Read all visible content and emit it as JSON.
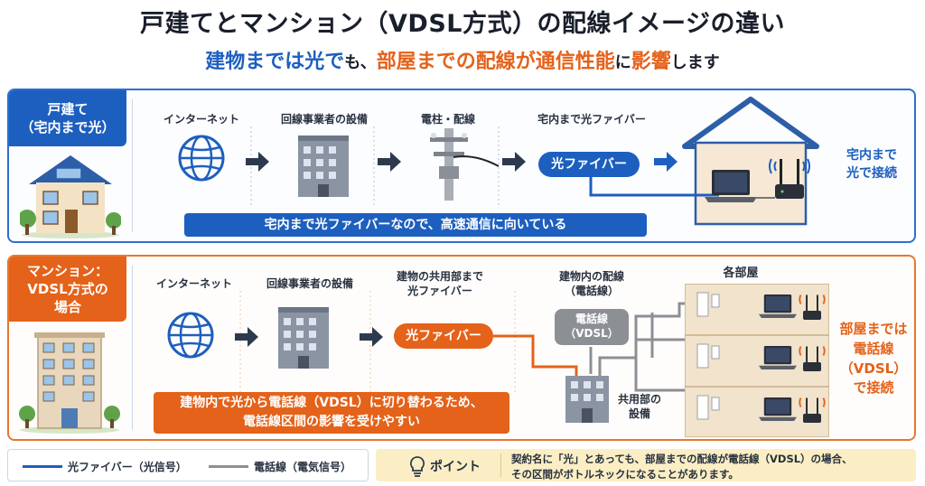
{
  "title": "戸建てとマンション（VDSL方式）の配線イメージの違い",
  "subtitle": {
    "part1": "建物までは光で",
    "part2": "も、",
    "part3": "部屋までの配線が通信性能",
    "part4": "に",
    "part5": "影響",
    "part6": "します"
  },
  "house_panel": {
    "label_line1": "戸建て",
    "label_line2": "（宅内まで光）",
    "step1": "インターネット",
    "step2": "回線事業者の設備",
    "step3": "電柱・配線",
    "step4": "宅内まで光ファイバー",
    "fiber_pill": "光ファイバー",
    "banner": "宅内まで光ファイバーなので、高速通信に向いている",
    "result_line1": "宅内まで",
    "result_line2": "光で接続"
  },
  "mansion_panel": {
    "label_line1": "マンション：",
    "label_line2": "VDSL方式の",
    "label_line3": "場合",
    "step1": "インターネット",
    "step2": "回線事業者の設備",
    "step3_line1": "建物の共用部まで",
    "step3_line2": "光ファイバー",
    "step4_line1": "建物内の配線",
    "step4_line2": "（電話線）",
    "rooms_label": "各部屋",
    "fiber_pill": "光ファイバー",
    "phone_pill_line1": "電話線",
    "phone_pill_line2": "（VDSL）",
    "shared_line1": "共用部の",
    "shared_line2": "設備",
    "banner_line1": "建物内で光から電話線（VDSL）に切り替わるため、",
    "banner_line2": "電話線区間の影響を受けやすい",
    "result_line1": "部屋までは",
    "result_line2": "電話線",
    "result_line3": "（VDSL）",
    "result_line4": "で接続"
  },
  "legend": {
    "fiber": "光ファイバー（光信号）",
    "phone": "電話線（電気信号）"
  },
  "point": {
    "title": "ポイント",
    "text_line1": "契約名に「光」とあっても、部屋までの配線が電話線（VDSL）の場合、",
    "text_line2": "その区間がボトルネックになることがあります。"
  },
  "colors": {
    "fiber_blue": "#1d5fbf",
    "vdsl_orange": "#e4621a",
    "phone_gray": "#8c8f94",
    "point_bg": "#fbeec4"
  },
  "icons": [
    "globe-icon",
    "building-icon",
    "utility-pole-icon",
    "house-icon",
    "laptop-icon",
    "router-icon",
    "apartment-icon",
    "lightbulb-icon",
    "arrow-right-icon"
  ]
}
